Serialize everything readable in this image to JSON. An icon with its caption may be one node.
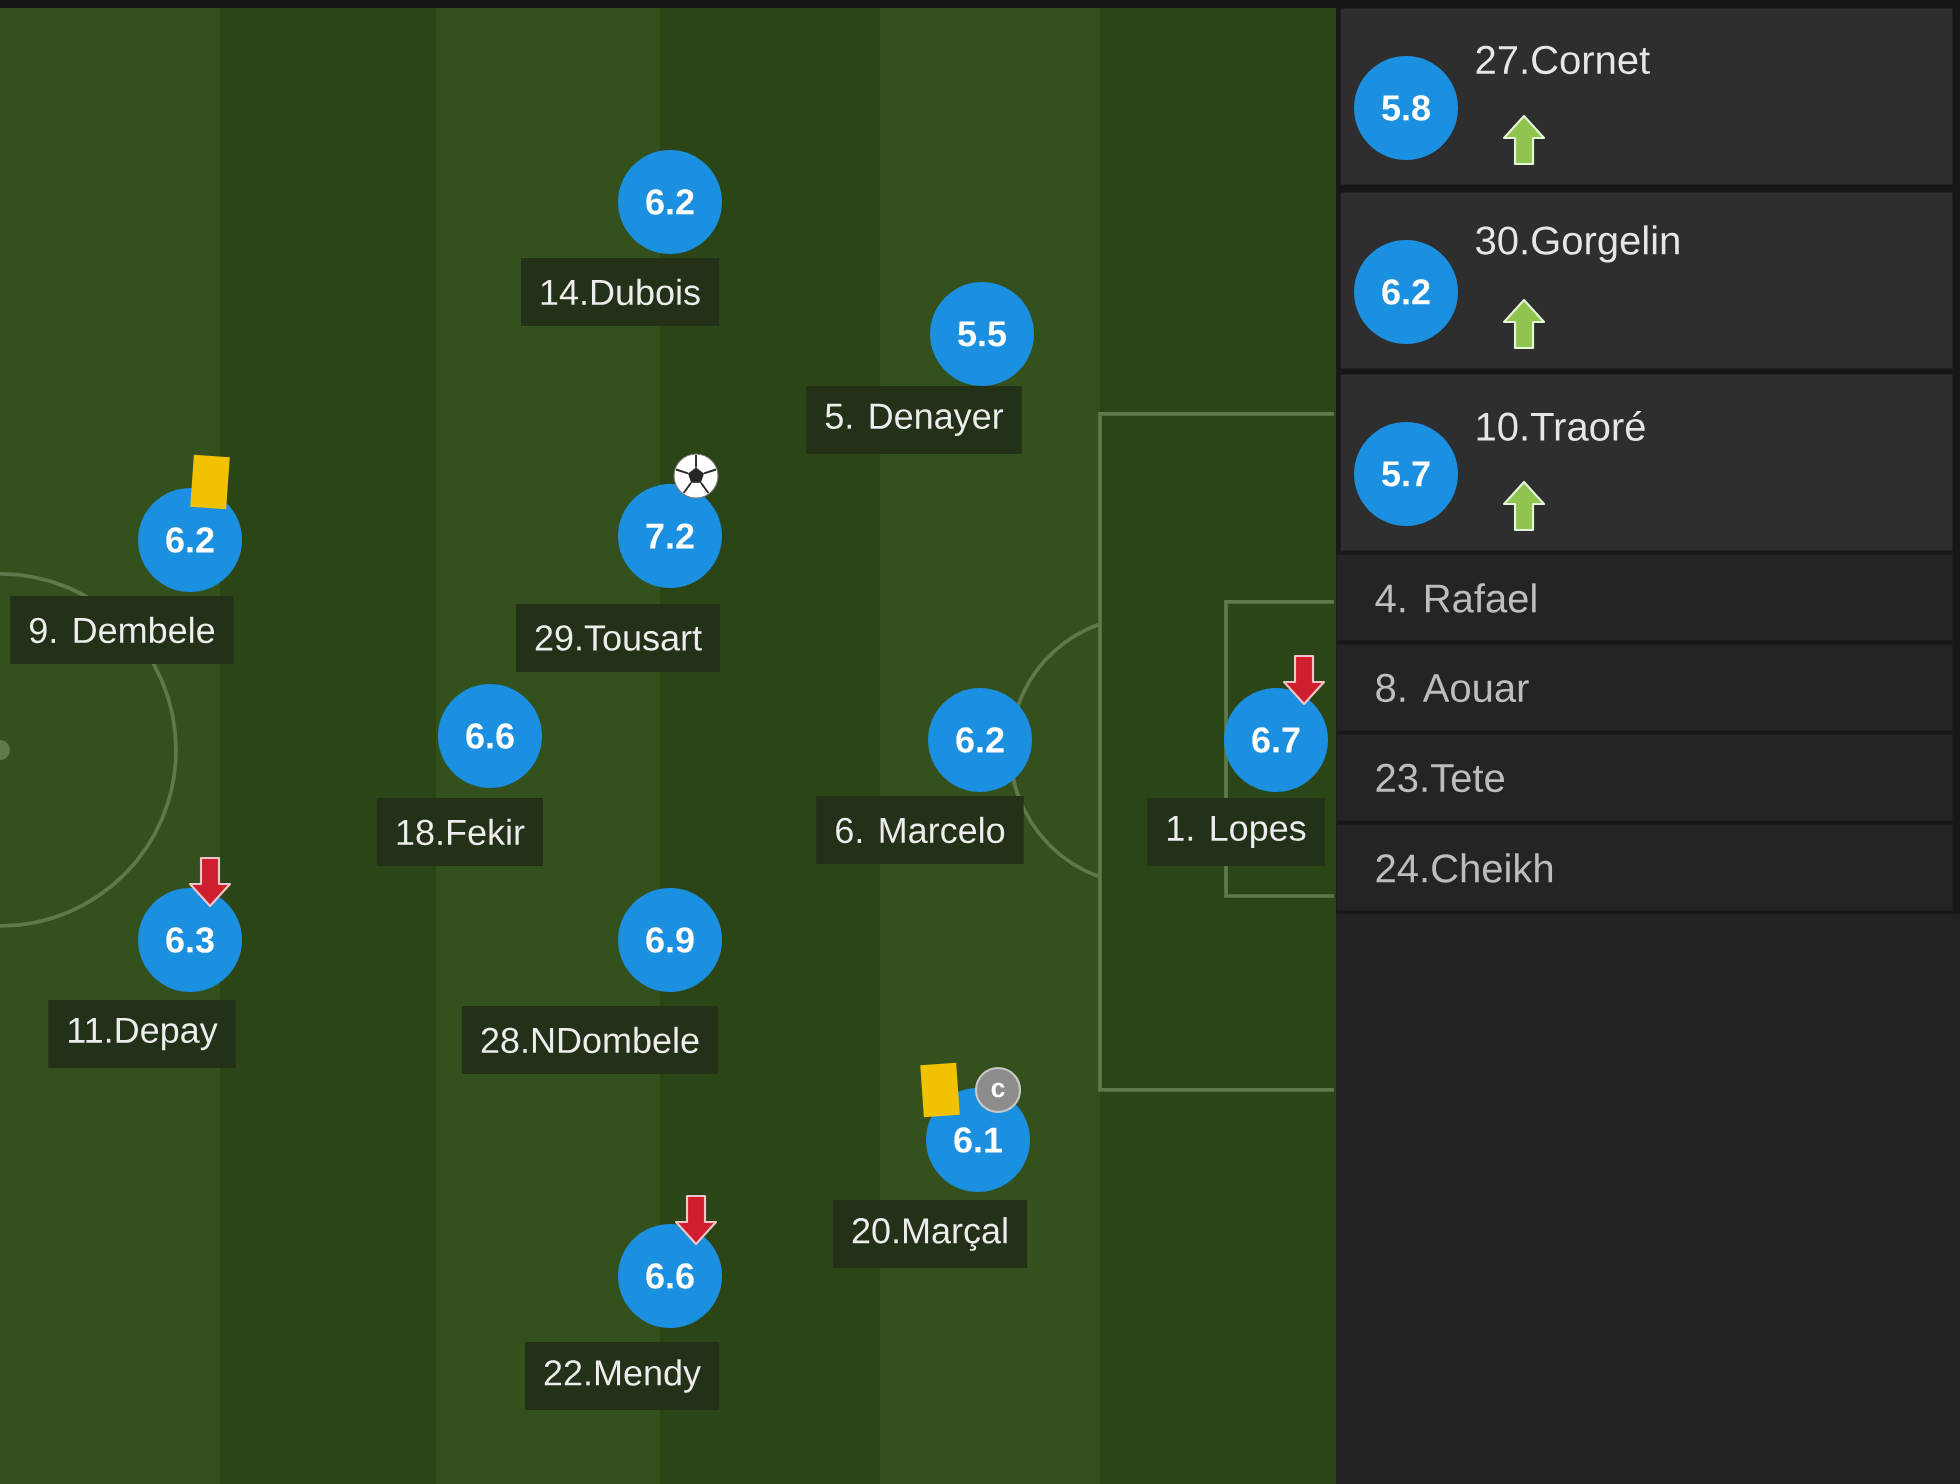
{
  "diagram": {
    "nodes": [
      {
        "text": [
          "6.2"
        ],
        "beside": [
          "14.Dubois"
        ]
      },
      {
        "text": [
          "5.5"
        ],
        "beside": [
          "5. Denayer"
        ]
      },
      {
        "text": [
          "6.2"
        ],
        "beside": [
          "9. Dembele"
        ]
      },
      {
        "text": [
          "7.2"
        ],
        "beside": [
          "29.Tousart"
        ]
      },
      {
        "text": [
          "6.6"
        ],
        "beside": [
          "18.Fekir"
        ]
      },
      {
        "text": [
          "6.2"
        ],
        "beside": [
          "6. Marcelo"
        ]
      },
      {
        "text": [
          "6.7"
        ],
        "beside": [
          "1. Lopes"
        ]
      },
      {
        "text": [
          "6.3"
        ],
        "beside": [
          "11.Depay"
        ]
      },
      {
        "text": [
          "6.9"
        ],
        "beside": [
          "28.NDombele"
        ]
      },
      {
        "text": [
          "c"
        ]
      },
      {
        "text": [
          "6.1"
        ],
        "beside": [
          "20.Marçal"
        ]
      },
      {
        "text": [
          "6.6"
        ],
        "beside": [
          "22.Mendy"
        ]
      },
      {
        "text": [
          "27.Cornet"
        ]
      },
      {
        "text": [
          "5.8"
        ],
        "in": 12
      },
      {
        "text": [
          "30.Gorgelin"
        ]
      },
      {
        "text": [
          "6.2"
        ],
        "in": 14
      },
      {
        "text": [
          "10.Traoré"
        ]
      },
      {
        "text": [
          "5.7"
        ],
        "in": 16
      },
      {
        "text": [
          "4. Rafael"
        ]
      },
      {
        "text": [
          "8. Aouar"
        ]
      },
      {
        "text": [
          "23.Tete"
        ]
      },
      {
        "text": [
          "24.Cheikh"
        ]
      }
    ]
  }
}
